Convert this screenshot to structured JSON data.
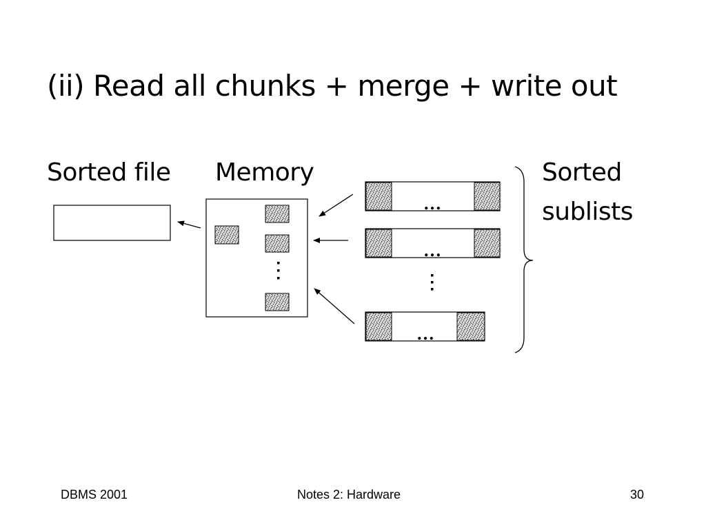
{
  "slide": {
    "title": "(ii) Read all chunks + merge + write out"
  },
  "labels": {
    "sorted_file": "Sorted file",
    "memory": "Memory",
    "sorted_sublists_line1": "Sorted",
    "sorted_sublists_line2": "sublists"
  },
  "diagram": {
    "ellipsis": "…",
    "vertical_ellipsis": "⋮"
  },
  "footer": {
    "left": "DBMS 2001",
    "center": "Notes 2: Hardware",
    "page_number": "30"
  },
  "colors": {
    "block_fill": "#d8d8d8",
    "block_dots": "#1a1a1a",
    "stroke": "#000000",
    "background": "#ffffff"
  }
}
